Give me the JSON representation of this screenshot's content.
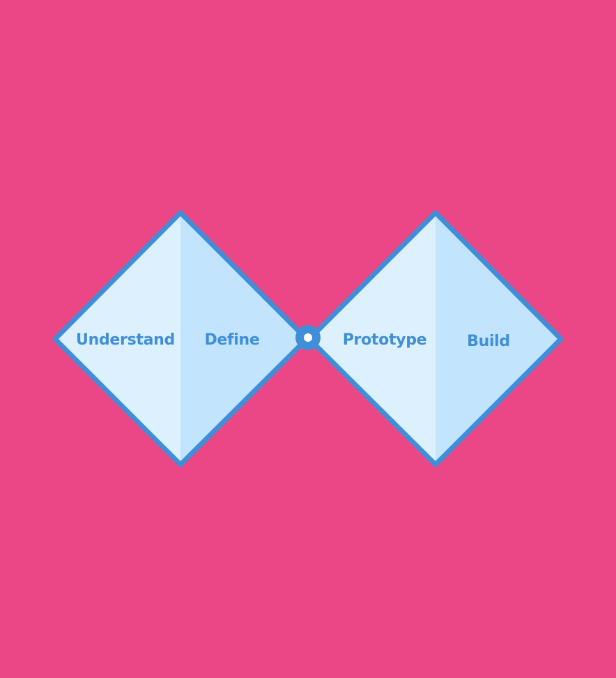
{
  "colors": {
    "background": "#EB4787",
    "outline": "#3F8FD8",
    "fill_light": "#DCF0FD",
    "fill_dark": "#C2E4FC",
    "text": "#3F8FD8",
    "connector_center": "#FFFFFF"
  },
  "diagram": {
    "diamonds": [
      {
        "left_label": "Understand",
        "right_label": "Define"
      },
      {
        "left_label": "Prototype",
        "right_label": "Build"
      }
    ],
    "connector_icon": "circle-dot-icon"
  }
}
